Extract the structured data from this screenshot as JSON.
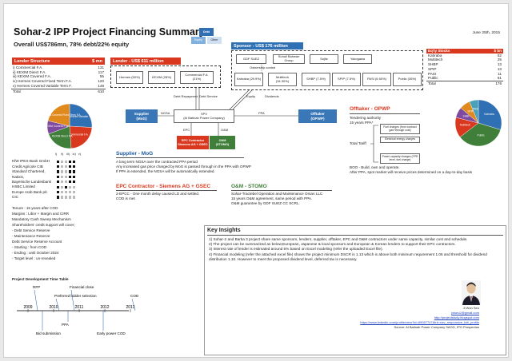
{
  "header": {
    "title": "Sohar-2 IPP Project Financing Summary",
    "subtitle": "Overall US$786mn, 78% debt/22% equity",
    "date": "June 25th, 2015"
  },
  "legend_box": {
    "top": "Debt",
    "left": "Equity",
    "right": "Other"
  },
  "lender_structure": {
    "title": "Lender Structure",
    "unit": "$ mn",
    "rows": [
      {
        "label": "i) Commercial F.A.",
        "value": "131"
      },
      {
        "label": "ii) KEXIM Direct F.A.",
        "value": "117"
      },
      {
        "label": "iii) KEXIM Covered F.A.",
        "value": "55"
      },
      {
        "label": "iv) Hermes Covered Fixed Term F.A.",
        "value": "120"
      },
      {
        "label": "v) Hermes Covered Variable Term F.",
        "value": "148"
      },
      {
        "label": "Total",
        "value": "610"
      }
    ],
    "pie_labels": [
      "Hermes Covered Variable Term F.A.",
      "Commercial F.A.",
      "KEXIM Direct F.A.",
      "KEXIM Covered F.A.",
      "Hermes Covered Fixed Term F.A."
    ]
  },
  "banks": {
    "columns": [
      "i)",
      "ii)",
      "iii)",
      "iv)",
      "v)"
    ],
    "rows": [
      {
        "name": "KfW IPEX-Bank GmbH",
        "marks": [
          1,
          0,
          0,
          1,
          1
        ]
      },
      {
        "name": "Credit Agricole CIB",
        "marks": [
          1,
          0,
          0,
          1,
          1
        ]
      },
      {
        "name": "Standard Chartered,",
        "marks": [
          1,
          0,
          0,
          1,
          1
        ]
      },
      {
        "name": "Natixis,",
        "marks": [
          1,
          0,
          0,
          1,
          1
        ]
      },
      {
        "name": "Bayerische Landesbank",
        "marks": [
          1,
          0,
          0,
          1,
          1
        ]
      },
      {
        "name": "HSBC Limited",
        "marks": [
          1,
          0,
          1,
          0,
          0
        ]
      },
      {
        "name": "Europe Arab Bank plc",
        "marks": [
          1,
          0,
          0,
          0,
          0
        ]
      },
      {
        "name": "CIC",
        "marks": [
          1,
          0,
          0,
          0,
          0
        ]
      }
    ],
    "terms": [
      "Tenure : 15 years after COD",
      "Margins : Libor + Margin and CIRR",
      "Mandatory Cash Sweep Mechanism",
      "Shareholders' credit support will cover;",
      "- Debt Service Reserve",
      "- Maintenance Reserve",
      "Debt Service Reserve Account",
      "- Starting : from COD",
      "- Ending : until October 2024",
      "- Target level : un-revealed"
    ]
  },
  "timeline": {
    "title": "Project Development Time Table",
    "years": [
      "2009",
      "2010",
      "2011",
      "2012",
      "2013"
    ],
    "events_above": [
      "RFP",
      "Financial close",
      "Preferred bidder selection",
      "COD"
    ],
    "events_below": [
      "Bid submission",
      "PPA",
      "Early power COD"
    ]
  },
  "lender_group": {
    "title": "Lender - US$ 611 million",
    "boxes": [
      "Hermes (50%)",
      "KEXIM (28%)",
      "Commercial F.A. (21%)"
    ],
    "edge_labels": [
      "Debt Repayment",
      "Debt Service"
    ]
  },
  "sponsor_group": {
    "title": "Sponsor - US$ 176 million",
    "top_boxes": [
      "GDF SUEZ",
      "Suhail Bahwan Group",
      "Sojitz",
      "Yokogawa"
    ],
    "bottom_boxes": [
      "Kahraba (29.9%)",
      "Multitech (34.30%)",
      "SHBP (7.5%)",
      "SPIP (7.5%)",
      "PASI (6.50%)",
      "Public (35%)"
    ],
    "edge_labels": [
      "Equity",
      "Dividends",
      "Ownership control"
    ]
  },
  "spv": {
    "name": "SPV",
    "sub": "(Al Batinah Power Company)"
  },
  "supplier_box": {
    "name": "Supplier",
    "sub": "(MoG)",
    "edge": "NGSA"
  },
  "offtaker_box": {
    "name": "Offtaker",
    "sub": "(OPWP)",
    "edge": "PPA"
  },
  "epc_box": {
    "name": "EPC Contractor",
    "sub": "Siemens AG + GSEC",
    "edge": "EPC"
  },
  "om_box": {
    "name": "O&M",
    "sub": "(STOMO)",
    "edge": "O&M"
  },
  "equity_structure": {
    "header": [
      "Eq'ty Stocks",
      "$ bn"
    ],
    "rows": [
      {
        "label": "Kahraba",
        "value": "52"
      },
      {
        "label": "Multitech",
        "value": "25"
      },
      {
        "label": "SHBP",
        "value": "13"
      },
      {
        "label": "SPIP",
        "value": "13"
      },
      {
        "label": "PASI",
        "value": "11"
      },
      {
        "label": "Public",
        "value": "61"
      },
      {
        "label": "Total",
        "value": "176"
      }
    ],
    "pie_labels": [
      "Kahraba",
      "Public",
      "Multitech",
      "SHBP",
      "SPIP",
      "PASI"
    ]
  },
  "offtaker_section": {
    "title": "Offtaker - OPWP",
    "lines": [
      "Tendering authority",
      "15 years PPA*"
    ],
    "tariff_label": "Total Tariff",
    "tariff_boxes": [
      "Fuel charges (from contract gas+through cost)",
      "Electrical energy charges",
      "Power capacity charges (FPR level, fuel charge)"
    ],
    "notes": [
      "BOO - Build, own and operate.",
      "After PPA, spot market will receive prices determined on a day-to-day basis"
    ]
  },
  "supplier_section": {
    "title": "Supplier - MoG",
    "lines": [
      "A long term NGSA over the contracted PPA period",
      "Any increased gas price charged by MoG is passed through in the PPA with OPWP",
      "If PPA is extended, the NGSA will be automatically extended."
    ]
  },
  "epc_section": {
    "title": "EPC Contractor - Siemens AG + GSEC",
    "lines": [
      "2-EPCC - One month delay caused LD and settled.",
      "COD is met"
    ]
  },
  "om_section": {
    "title": "O&M - STOMO",
    "lines": [
      "Sohar-Tractebel Operation and Maintenance Oman LLC",
      "15 years O&M agreement, same period with PPA.",
      "O&M guarantee by GDF SUEZ CC SCRL."
    ]
  },
  "insights": {
    "title": "Key Insights",
    "items": [
      "1) Sohar-2 and Barka 3 project share same sponsors, lenders, supplier, offtaker, EPC and O&M contractors under same capacity, similar cost and schedule.",
      "2) The project can be summarized as below;European, Japanese & local sponsors and European & Korean lenders to support their EPC contractors.",
      "3) Interest rate of lender is estimated around 5% based on Excel modeling (refer the uploaded Excel file).",
      "4) Financial modeling (refer the attached excel file) shows the project minimum DSCR is 1.13 which is above both minimum requirement 1.05 and threshold for dividend distribution 1.10. However to meet the proposed dividend level, deferred tax is necessary."
    ],
    "author_name": "Ji Won Seo",
    "email": "jwseo2@gmail.com",
    "site": "http://projectstudy.blogspot.com",
    "linkedin": "https://www.linkedin.com/profile/view?id=69057747&trk=nav_responsive_tab_profile",
    "source": "Source: Al Batinah Power Company SAOG, IPO Prospectus"
  },
  "colors": {
    "accent_red": "#d9381e",
    "accent_blue": "#2f6fb3",
    "dark_blue": "#1f5aa0",
    "green": "#3f7f3a"
  },
  "pie_lender_values": [
    148,
    131,
    117,
    55,
    120
  ],
  "pie_equity_values": [
    52,
    61,
    25,
    13,
    13,
    11
  ]
}
